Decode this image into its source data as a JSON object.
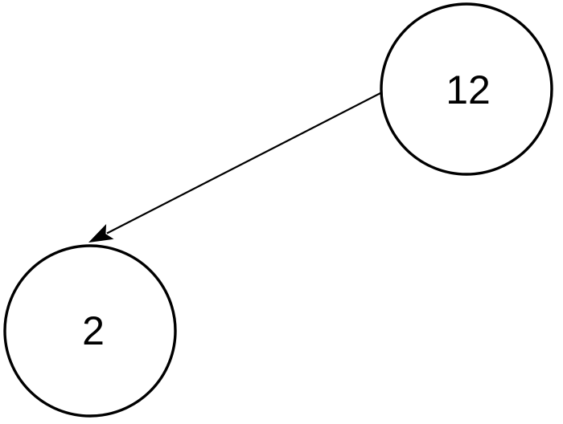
{
  "canvas": {
    "background_color": "#ffffff",
    "stroke_color": "#000000",
    "fill_color": "#ffffff"
  },
  "diagram": {
    "type": "directed-graph",
    "nodes": [
      {
        "id": "12",
        "label": "12"
      },
      {
        "id": "2",
        "label": "2"
      }
    ],
    "edges": [
      {
        "from": "12",
        "to": "2",
        "directed": true,
        "arrowhead": "filled-triangle"
      }
    ]
  }
}
